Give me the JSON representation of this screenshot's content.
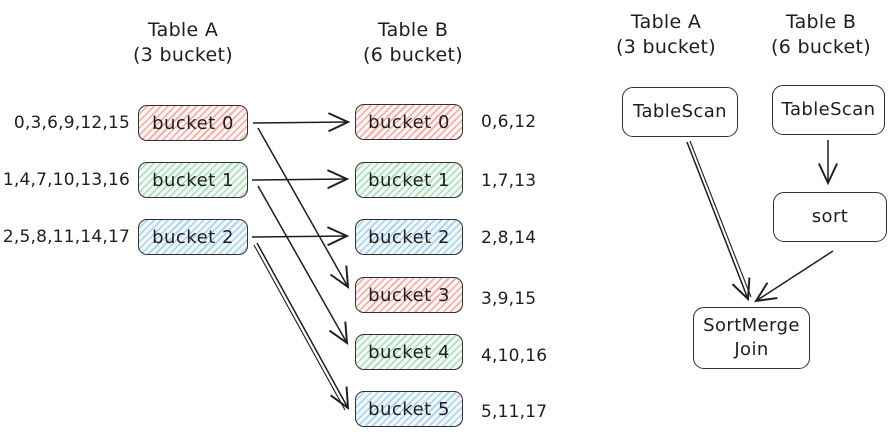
{
  "colors": {
    "ink": "#1e1e1e",
    "red_hatch": "#f2a9a1",
    "green_hatch": "#a9dcb8",
    "blue_hatch": "#a5d1eb"
  },
  "bucket_diagram": {
    "table_a": {
      "title": "Table A",
      "subtitle": "(3 bucket)",
      "buckets": [
        {
          "label": "bucket 0",
          "rows": "0,3,6,9,12,15",
          "color": "red"
        },
        {
          "label": "bucket 1",
          "rows": "1,4,7,10,13,16",
          "color": "green"
        },
        {
          "label": "bucket 2",
          "rows": "2,5,8,11,14,17",
          "color": "blue"
        }
      ]
    },
    "table_b": {
      "title": "Table B",
      "subtitle": "(6 bucket)",
      "buckets": [
        {
          "label": "bucket 0",
          "rows": "0,6,12",
          "color": "red"
        },
        {
          "label": "bucket 1",
          "rows": "1,7,13",
          "color": "green"
        },
        {
          "label": "bucket 2",
          "rows": "2,8,14",
          "color": "blue"
        },
        {
          "label": "bucket 3",
          "rows": "3,9,15",
          "color": "red"
        },
        {
          "label": "bucket 4",
          "rows": "4,10,16",
          "color": "green"
        },
        {
          "label": "bucket 5",
          "rows": "5,11,17",
          "color": "blue"
        }
      ]
    }
  },
  "plan_diagram": {
    "table_a": {
      "title": "Table A",
      "subtitle": "(3 bucket)"
    },
    "table_b": {
      "title": "Table B",
      "subtitle": "(6 bucket)"
    },
    "nodes": {
      "scan_a": "TableScan",
      "scan_b": "TableScan",
      "sort": "sort",
      "join_line1": "SortMerge",
      "join_line2": "Join"
    }
  }
}
